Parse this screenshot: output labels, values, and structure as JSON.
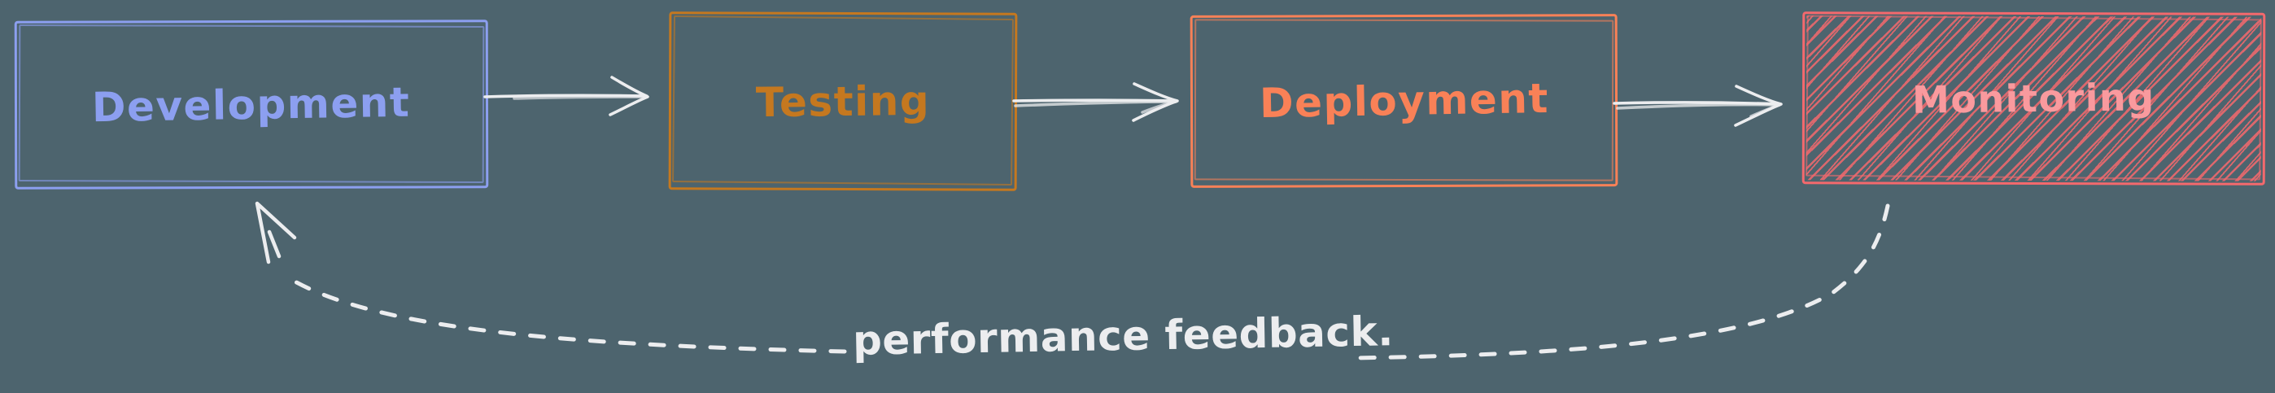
{
  "diagram": {
    "type": "flowchart",
    "background_color": "#4d646e",
    "stroke_color": "#ecedef",
    "nodes": [
      {
        "id": "development",
        "label": "Development",
        "color": "#8c9ff0",
        "fill": "none"
      },
      {
        "id": "testing",
        "label": "Testing",
        "color": "#c5781f",
        "fill": "none"
      },
      {
        "id": "deployment",
        "label": "Deployment",
        "color": "#f98157",
        "fill": "none"
      },
      {
        "id": "monitoring",
        "label": "Monitoring",
        "color": "#f4696d",
        "text_color": "#f99a9e",
        "fill": "hatched"
      }
    ],
    "edges": [
      {
        "from": "development",
        "to": "testing",
        "style": "solid-arrow"
      },
      {
        "from": "testing",
        "to": "deployment",
        "style": "solid-arrow"
      },
      {
        "from": "deployment",
        "to": "monitoring",
        "style": "solid-arrow"
      },
      {
        "from": "monitoring",
        "to": "development",
        "style": "dashed-arrow",
        "label": "performance feedback."
      }
    ]
  }
}
